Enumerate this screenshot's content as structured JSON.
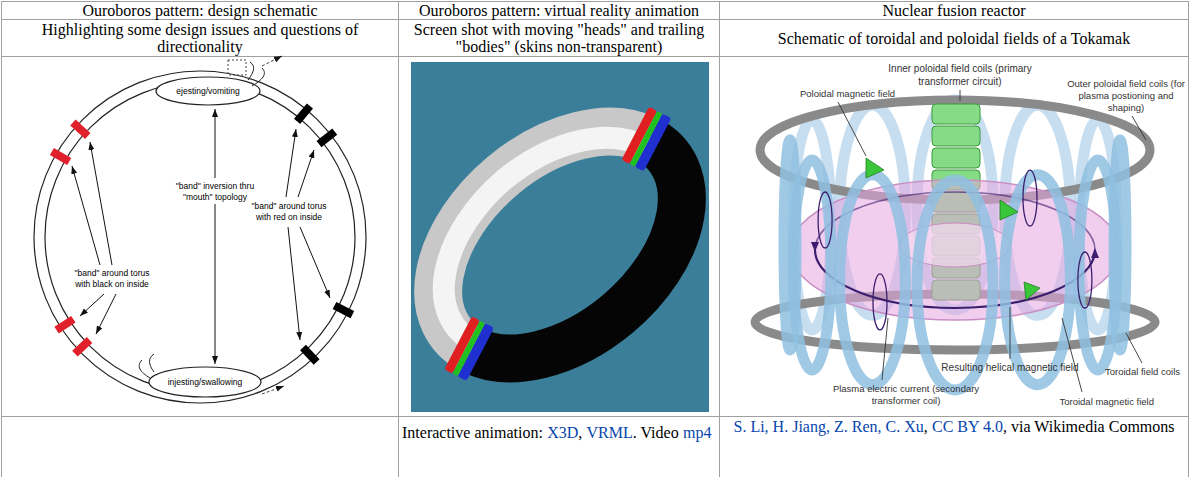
{
  "diagram": {
    "labels": [
      "Ouroboros pattern: design schematic",
      "Ouroboros pattern: virtual reality animation",
      "Nuclear fusion reactor",
      "Highlighting some design issues and questions of directionality",
      "Screen shot with moving \"heads\" and trailing \"bodies\" (skins non-transparent)",
      "Schematic of toroidal and poloidal fields of a Tokamak",
      "ejesting/vomiting",
      "\"band\" inversion thru \"mouth\" topology",
      "\"band\" around torus with red on inside",
      "\"band\" around torus with black on inside",
      "injesting/swallowing",
      "Inner poloidal field coils (primary transformer circuit)",
      "Poloidal magnetic field",
      "Outer poloidal field coils (for plasma postioning and shaping)",
      "Resulting helical magnetic field",
      "Plasma electric current (secondary transformer coil)",
      "Toroidal field coils",
      "Toroidal magnetic field",
      "Interactive animation:",
      "X3D",
      ",",
      "VRML",
      ". Video",
      "mp4",
      "S. Li, H. Jiang, Z. Ren, C. Xu",
      ",",
      "CC BY 4.0",
      ", via Wikimedia Commons"
    ]
  }
}
